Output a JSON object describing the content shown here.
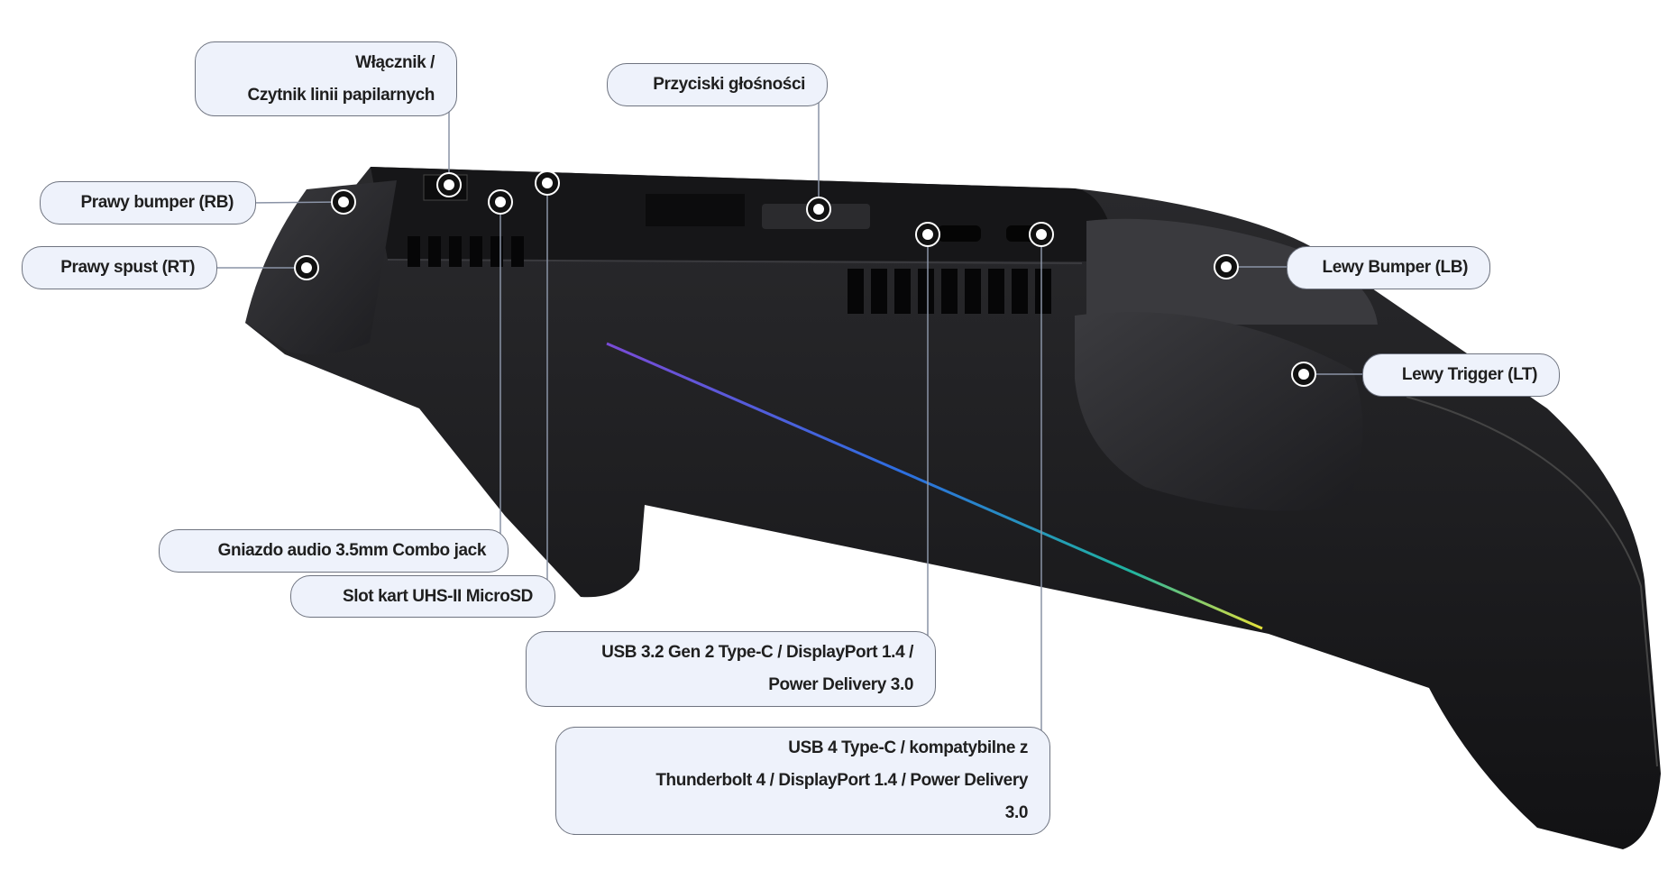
{
  "labels": {
    "power": [
      "Włącznik /",
      "Czytnik linii papilarnych"
    ],
    "volume": "Przyciski głośności",
    "rb": "Prawy bumper (RB)",
    "rt": "Prawy spust (RT)",
    "lb": "Lewy Bumper (LB)",
    "lt": "Lewy Trigger (LT)",
    "audio": "Gniazdo audio 3.5mm Combo jack",
    "microsd": "Slot kart UHS-II MicroSD",
    "usb32": [
      "USB 3.2 Gen 2 Type-C / DisplayPort 1.4 /",
      "Power Delivery 3.0"
    ],
    "usb4": [
      "USB 4 Type-C / kompatybilne z",
      "Thunderbolt 4 / DisplayPort 1.4 / Power Delivery",
      "3.0"
    ]
  },
  "colors": {
    "label_bg": "#eef2fb",
    "leader": "#8a93a6",
    "device": "#1b1b1d"
  }
}
